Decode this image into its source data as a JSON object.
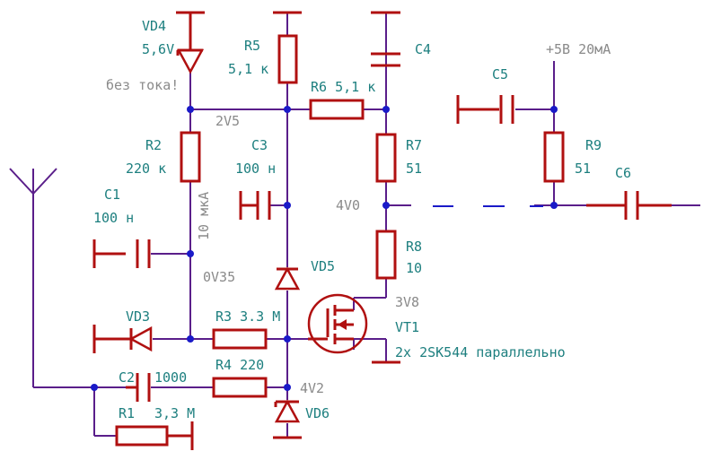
{
  "colors": {
    "wire": "#5a1e8a",
    "component": "#b01010",
    "junction": "#1a1ac8",
    "label": "#1d7f7f",
    "net_label": "#8a8a8a"
  },
  "components": {
    "vd4": {
      "name": "VD4",
      "value": "5,6V",
      "note": "без тока!"
    },
    "r5": {
      "name": "R5",
      "value": "5,1 к"
    },
    "c4": {
      "name": "C4"
    },
    "r6": {
      "name": "R6 5,1 к"
    },
    "r2": {
      "name": "R2",
      "value": "220 к"
    },
    "c3": {
      "name": "C3",
      "value": "100 н"
    },
    "r7": {
      "name": "R7",
      "value": "51"
    },
    "c1": {
      "name": "C1",
      "value": "100 н"
    },
    "vd5": {
      "name": "VD5"
    },
    "r8": {
      "name": "R8",
      "value": "10"
    },
    "vd3": {
      "name": "VD3"
    },
    "r3": {
      "name": "R3 3.3 М"
    },
    "vt1": {
      "name": "VT1",
      "value": "2x 2SK544 параллельно"
    },
    "c2": {
      "name": "C2",
      "value": "1000"
    },
    "r4": {
      "name": "R4 220"
    },
    "r1": {
      "name": "R1",
      "value": "3,3 М"
    },
    "vd6": {
      "name": "VD6"
    },
    "c5": {
      "name": "C5"
    },
    "r9": {
      "name": "R9",
      "value": "51"
    },
    "c6": {
      "name": "C6"
    }
  },
  "nets": {
    "supply": "+5В 20мА",
    "v2v5": "2V5",
    "v4v0": "4V0",
    "current": "10 мкА",
    "v0v35": "0V35",
    "v3v8": "3V8",
    "v4v2": "4V2"
  }
}
